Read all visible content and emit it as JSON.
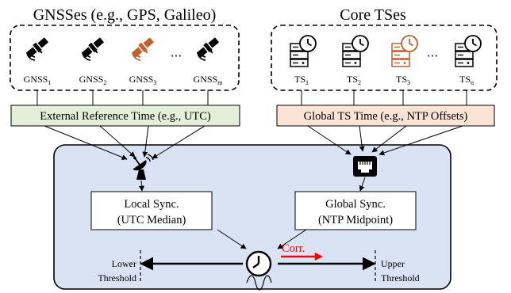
{
  "gnss_group": {
    "title": "GNSSes (e.g., GPS, Galileo)",
    "satellites": [
      {
        "base": "GNSS",
        "sub": "1",
        "color": "#000000"
      },
      {
        "base": "GNSS",
        "sub": "2",
        "color": "#000000"
      },
      {
        "base": "GNSS",
        "sub": "3",
        "color": "#c0612b"
      },
      {
        "base": "GNSS",
        "sub": "m",
        "color": "#000000"
      }
    ],
    "ellipsis": "⋯",
    "ref_label": "External Reference Time (e.g., UTC)",
    "ref_color": "#e3efd9"
  },
  "ts_group": {
    "title": "Core TSes",
    "servers": [
      {
        "base": "TS",
        "sub": "1",
        "color": "#000000"
      },
      {
        "base": "TS",
        "sub": "2",
        "color": "#000000"
      },
      {
        "base": "TS",
        "sub": "3",
        "color": "#c0612b"
      },
      {
        "base": "TS",
        "sub": "n",
        "color": "#000000"
      }
    ],
    "ellipsis": "⋯",
    "ref_label": "Global TS Time (e.g., NTP Offsets)",
    "ref_color": "#fbe4d6"
  },
  "node": {
    "background": "#dae3f3",
    "local_sync": {
      "line1": "Local Sync.",
      "line2": "(UTC Median)"
    },
    "global_sync": {
      "line1": "Global Sync.",
      "line2": "(NTP Midpoint)"
    },
    "correction_label": "Corr.",
    "correction_color": "#ff0000",
    "lower_threshold": {
      "line1": "Lower",
      "line2": "Threshold"
    },
    "upper_threshold": {
      "line1": "Upper",
      "line2": "Threshold"
    },
    "icons": {
      "gnss_receiver": "satellite-dish-icon",
      "ethernet_port": "ethernet-port-icon",
      "clock": "clock-icon"
    }
  }
}
